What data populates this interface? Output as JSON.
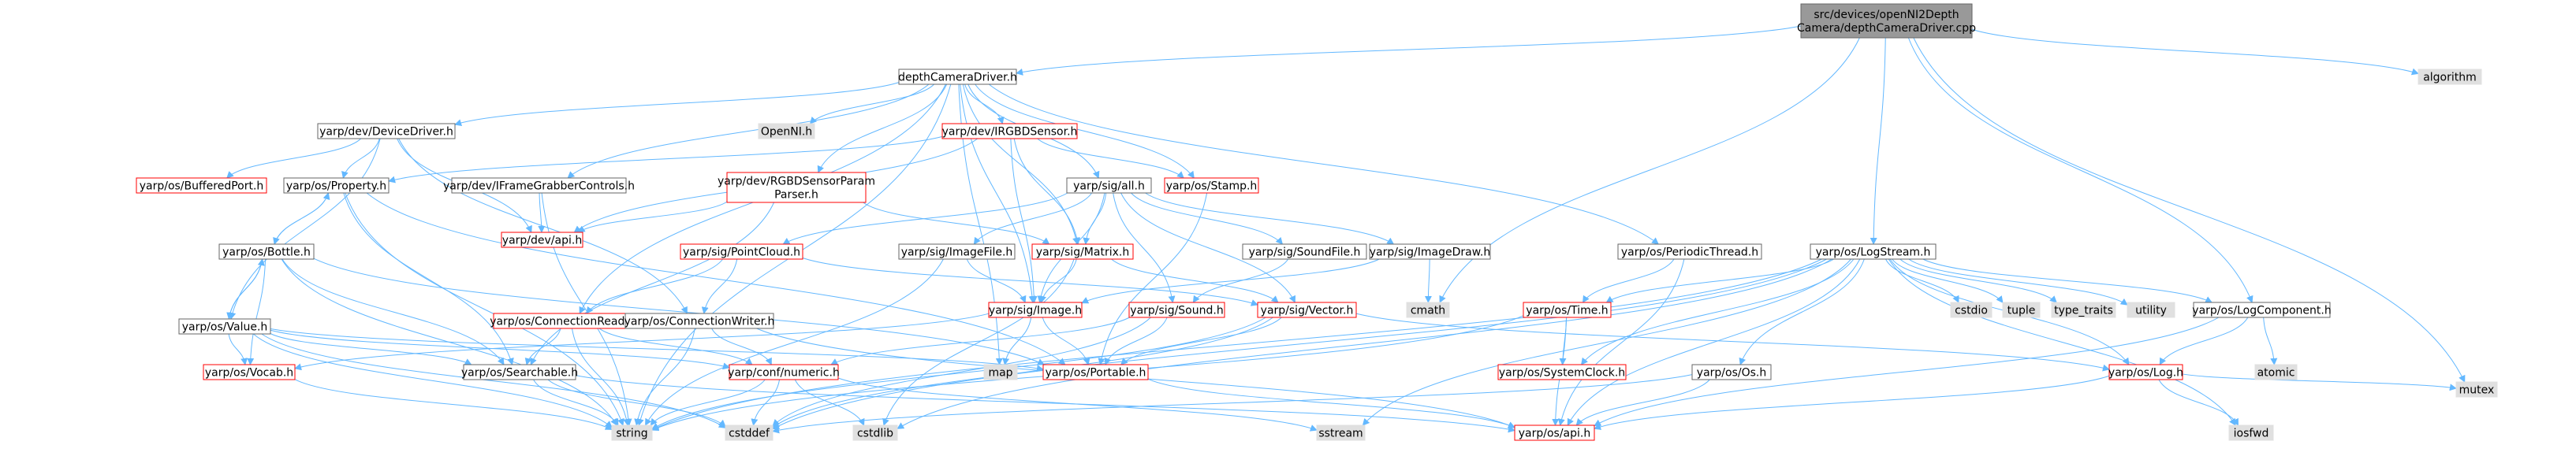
{
  "colors": {
    "edge": "#63b8ff",
    "node_border": "#666666",
    "red_border": "#ff0000",
    "root_fill": "#999999",
    "external_fill": "#e0e0e0",
    "normal_fill": "#ffffff",
    "text": "#000000"
  },
  "nodes": [
    {
      "id": "root",
      "lines": [
        "src/devices/openNI2Depth",
        "Camera/depthCameraDriver.cpp"
      ],
      "style": "root"
    },
    {
      "id": "depthCameraDriver_h",
      "lines": [
        "depthCameraDriver.h"
      ],
      "style": "normal"
    },
    {
      "id": "algorithm",
      "lines": [
        "algorithm"
      ],
      "style": "external"
    },
    {
      "id": "mutex",
      "lines": [
        "mutex"
      ],
      "style": "external"
    },
    {
      "id": "DeviceDriver_h",
      "lines": [
        "yarp/dev/DeviceDriver.h"
      ],
      "style": "normal"
    },
    {
      "id": "OpenNI_h",
      "lines": [
        "OpenNI.h"
      ],
      "style": "external"
    },
    {
      "id": "IRGBDSensor_h",
      "lines": [
        "yarp/dev/IRGBDSensor.h"
      ],
      "style": "red"
    },
    {
      "id": "BufferedPort_h",
      "lines": [
        "yarp/os/BufferedPort.h"
      ],
      "style": "red"
    },
    {
      "id": "Property_h",
      "lines": [
        "yarp/os/Property.h"
      ],
      "style": "normal"
    },
    {
      "id": "IFrameGrabberControls_h",
      "lines": [
        "yarp/dev/IFrameGrabberControls.h"
      ],
      "style": "normal"
    },
    {
      "id": "RGBDSensorParamParser_h",
      "lines": [
        "yarp/dev/RGBDSensorParam",
        "Parser.h"
      ],
      "style": "red"
    },
    {
      "id": "sig_all_h",
      "lines": [
        "yarp/sig/all.h"
      ],
      "style": "normal"
    },
    {
      "id": "Stamp_h",
      "lines": [
        "yarp/os/Stamp.h"
      ],
      "style": "red"
    },
    {
      "id": "dev_api_h",
      "lines": [
        "yarp/dev/api.h"
      ],
      "style": "red"
    },
    {
      "id": "Bottle_h",
      "lines": [
        "yarp/os/Bottle.h"
      ],
      "style": "normal"
    },
    {
      "id": "Value_h",
      "lines": [
        "yarp/os/Value.h"
      ],
      "style": "normal"
    },
    {
      "id": "ConnectionReader_h",
      "lines": [
        "yarp/os/ConnectionReader.h"
      ],
      "style": "red"
    },
    {
      "id": "ConnectionWriter_h",
      "lines": [
        "yarp/os/ConnectionWriter.h"
      ],
      "style": "normal"
    },
    {
      "id": "PointCloud_h",
      "lines": [
        "yarp/sig/PointCloud.h"
      ],
      "style": "red"
    },
    {
      "id": "ImageFile_h",
      "lines": [
        "yarp/sig/ImageFile.h"
      ],
      "style": "normal"
    },
    {
      "id": "Matrix_h",
      "lines": [
        "yarp/sig/Matrix.h"
      ],
      "style": "red"
    },
    {
      "id": "SoundFile_h",
      "lines": [
        "yarp/sig/SoundFile.h"
      ],
      "style": "normal"
    },
    {
      "id": "ImageDraw_h",
      "lines": [
        "yarp/sig/ImageDraw.h"
      ],
      "style": "normal"
    },
    {
      "id": "PeriodicThread_h",
      "lines": [
        "yarp/os/PeriodicThread.h"
      ],
      "style": "normal"
    },
    {
      "id": "LogStream_h",
      "lines": [
        "yarp/os/LogStream.h"
      ],
      "style": "normal"
    },
    {
      "id": "Image_h",
      "lines": [
        "yarp/sig/Image.h"
      ],
      "style": "red"
    },
    {
      "id": "Sound_h",
      "lines": [
        "yarp/sig/Sound.h"
      ],
      "style": "red"
    },
    {
      "id": "Vector_h",
      "lines": [
        "yarp/sig/Vector.h"
      ],
      "style": "red"
    },
    {
      "id": "cmath",
      "lines": [
        "cmath"
      ],
      "style": "external"
    },
    {
      "id": "Time_h",
      "lines": [
        "yarp/os/Time.h"
      ],
      "style": "red"
    },
    {
      "id": "cstdio",
      "lines": [
        "cstdio"
      ],
      "style": "external"
    },
    {
      "id": "tuple",
      "lines": [
        "tuple"
      ],
      "style": "external"
    },
    {
      "id": "type_traits",
      "lines": [
        "type_traits"
      ],
      "style": "external"
    },
    {
      "id": "utility",
      "lines": [
        "utility"
      ],
      "style": "external"
    },
    {
      "id": "LogComponent_h",
      "lines": [
        "yarp/os/LogComponent.h"
      ],
      "style": "normal"
    },
    {
      "id": "Vocab_h",
      "lines": [
        "yarp/os/Vocab.h"
      ],
      "style": "red"
    },
    {
      "id": "Searchable_h",
      "lines": [
        "yarp/os/Searchable.h"
      ],
      "style": "normal"
    },
    {
      "id": "numeric_h",
      "lines": [
        "yarp/conf/numeric.h"
      ],
      "style": "red"
    },
    {
      "id": "map",
      "lines": [
        "map"
      ],
      "style": "external"
    },
    {
      "id": "Portable_h",
      "lines": [
        "yarp/os/Portable.h"
      ],
      "style": "red"
    },
    {
      "id": "SystemClock_h",
      "lines": [
        "yarp/os/SystemClock.h"
      ],
      "style": "red"
    },
    {
      "id": "Os_h",
      "lines": [
        "yarp/os/Os.h"
      ],
      "style": "normal"
    },
    {
      "id": "Log_h",
      "lines": [
        "yarp/os/Log.h"
      ],
      "style": "red"
    },
    {
      "id": "atomic",
      "lines": [
        "atomic"
      ],
      "style": "external"
    },
    {
      "id": "string",
      "lines": [
        "string"
      ],
      "style": "external"
    },
    {
      "id": "cstddef",
      "lines": [
        "cstddef"
      ],
      "style": "external"
    },
    {
      "id": "cstdlib",
      "lines": [
        "cstdlib"
      ],
      "style": "external"
    },
    {
      "id": "sstream",
      "lines": [
        "sstream"
      ],
      "style": "external"
    },
    {
      "id": "os_api_h",
      "lines": [
        "yarp/os/api.h"
      ],
      "style": "red"
    },
    {
      "id": "iosfwd",
      "lines": [
        "iosfwd"
      ],
      "style": "external"
    }
  ],
  "edges": [
    [
      "root",
      "depthCameraDriver_h"
    ],
    [
      "root",
      "algorithm"
    ],
    [
      "root",
      "mutex"
    ],
    [
      "root",
      "LogStream_h"
    ],
    [
      "root",
      "LogComponent_h"
    ],
    [
      "root",
      "cmath"
    ],
    [
      "depthCameraDriver_h",
      "DeviceDriver_h"
    ],
    [
      "depthCameraDriver_h",
      "OpenNI_h"
    ],
    [
      "depthCameraDriver_h",
      "IRGBDSensor_h"
    ],
    [
      "depthCameraDriver_h",
      "IFrameGrabberControls_h"
    ],
    [
      "depthCameraDriver_h",
      "RGBDSensorParamParser_h"
    ],
    [
      "depthCameraDriver_h",
      "sig_all_h"
    ],
    [
      "depthCameraDriver_h",
      "Stamp_h"
    ],
    [
      "depthCameraDriver_h",
      "PeriodicThread_h"
    ],
    [
      "depthCameraDriver_h",
      "Matrix_h"
    ],
    [
      "depthCameraDriver_h",
      "Image_h"
    ],
    [
      "depthCameraDriver_h",
      "map"
    ],
    [
      "depthCameraDriver_h",
      "string"
    ],
    [
      "depthCameraDriver_h",
      "ConnectionReader_h"
    ],
    [
      "DeviceDriver_h",
      "BufferedPort_h"
    ],
    [
      "DeviceDriver_h",
      "Property_h"
    ],
    [
      "DeviceDriver_h",
      "dev_api_h"
    ],
    [
      "DeviceDriver_h",
      "Value_h"
    ],
    [
      "DeviceDriver_h",
      "ConnectionWriter_h"
    ],
    [
      "IRGBDSensor_h",
      "Property_h"
    ],
    [
      "IRGBDSensor_h",
      "Stamp_h"
    ],
    [
      "IRGBDSensor_h",
      "Matrix_h"
    ],
    [
      "IRGBDSensor_h",
      "Image_h"
    ],
    [
      "IRGBDSensor_h",
      "dev_api_h"
    ],
    [
      "IFrameGrabberControls_h",
      "dev_api_h"
    ],
    [
      "IFrameGrabberControls_h",
      "string"
    ],
    [
      "RGBDSensorParamParser_h",
      "dev_api_h"
    ],
    [
      "RGBDSensorParamParser_h",
      "Matrix_h"
    ],
    [
      "RGBDSensorParamParser_h",
      "Searchable_h"
    ],
    [
      "Property_h",
      "Bottle_h"
    ],
    [
      "Property_h",
      "Searchable_h"
    ],
    [
      "Property_h",
      "Portable_h"
    ],
    [
      "Property_h",
      "string"
    ],
    [
      "Bottle_h",
      "Property_h"
    ],
    [
      "Bottle_h",
      "Value_h"
    ],
    [
      "Bottle_h",
      "Portable_h"
    ],
    [
      "Bottle_h",
      "Searchable_h"
    ],
    [
      "Bottle_h",
      "Vocab_h"
    ],
    [
      "Bottle_h",
      "string"
    ],
    [
      "Value_h",
      "Bottle_h"
    ],
    [
      "Value_h",
      "Vocab_h"
    ],
    [
      "Value_h",
      "Searchable_h"
    ],
    [
      "Value_h",
      "numeric_h"
    ],
    [
      "Value_h",
      "Portable_h"
    ],
    [
      "Value_h",
      "string"
    ],
    [
      "Value_h",
      "cstddef"
    ],
    [
      "ConnectionReader_h",
      "Searchable_h"
    ],
    [
      "ConnectionReader_h",
      "numeric_h"
    ],
    [
      "ConnectionReader_h",
      "string"
    ],
    [
      "ConnectionWriter_h",
      "numeric_h"
    ],
    [
      "ConnectionWriter_h",
      "string"
    ],
    [
      "ConnectionWriter_h",
      "os_api_h"
    ],
    [
      "sig_all_h",
      "PointCloud_h"
    ],
    [
      "sig_all_h",
      "ImageFile_h"
    ],
    [
      "sig_all_h",
      "Matrix_h"
    ],
    [
      "sig_all_h",
      "SoundFile_h"
    ],
    [
      "sig_all_h",
      "ImageDraw_h"
    ],
    [
      "sig_all_h",
      "Image_h"
    ],
    [
      "sig_all_h",
      "Sound_h"
    ],
    [
      "sig_all_h",
      "Vector_h"
    ],
    [
      "Stamp_h",
      "Portable_h"
    ],
    [
      "PointCloud_h",
      "ConnectionReader_h"
    ],
    [
      "PointCloud_h",
      "ConnectionWriter_h"
    ],
    [
      "PointCloud_h",
      "Vector_h"
    ],
    [
      "ImageFile_h",
      "Image_h"
    ],
    [
      "ImageFile_h",
      "string"
    ],
    [
      "SoundFile_h",
      "Sound_h"
    ],
    [
      "ImageDraw_h",
      "Image_h"
    ],
    [
      "ImageDraw_h",
      "cmath"
    ],
    [
      "Matrix_h",
      "Image_h"
    ],
    [
      "Matrix_h",
      "Vector_h"
    ],
    [
      "Matrix_h",
      "cstdlib"
    ],
    [
      "Image_h",
      "Portable_h"
    ],
    [
      "Image_h",
      "map"
    ],
    [
      "Image_h",
      "Vocab_h"
    ],
    [
      "Sound_h",
      "Portable_h"
    ],
    [
      "Sound_h",
      "cstddef"
    ],
    [
      "Sound_h",
      "numeric_h"
    ],
    [
      "Vector_h",
      "Portable_h"
    ],
    [
      "Vector_h",
      "Log_h"
    ],
    [
      "Vector_h",
      "string"
    ],
    [
      "Vector_h",
      "cstddef"
    ],
    [
      "PeriodicThread_h",
      "Time_h"
    ],
    [
      "PeriodicThread_h",
      "os_api_h"
    ],
    [
      "LogStream_h",
      "Time_h"
    ],
    [
      "LogStream_h",
      "cstdio"
    ],
    [
      "LogStream_h",
      "tuple"
    ],
    [
      "LogStream_h",
      "type_traits"
    ],
    [
      "LogStream_h",
      "utility"
    ],
    [
      "LogStream_h",
      "LogComponent_h"
    ],
    [
      "LogStream_h",
      "Os_h"
    ],
    [
      "LogStream_h",
      "Log_h"
    ],
    [
      "LogStream_h",
      "SystemClock_h"
    ],
    [
      "LogStream_h",
      "string"
    ],
    [
      "LogStream_h",
      "sstream"
    ],
    [
      "LogStream_h",
      "os_api_h"
    ],
    [
      "LogStream_h",
      "iosfwd"
    ],
    [
      "LogStream_h",
      "cstddef"
    ],
    [
      "LogStream_h",
      "cstdlib"
    ],
    [
      "Time_h",
      "SystemClock_h"
    ],
    [
      "Time_h",
      "string"
    ],
    [
      "Time_h",
      "os_api_h"
    ],
    [
      "LogComponent_h",
      "Log_h"
    ],
    [
      "LogComponent_h",
      "atomic"
    ],
    [
      "LogComponent_h",
      "os_api_h"
    ],
    [
      "Log_h",
      "os_api_h"
    ],
    [
      "Log_h",
      "iosfwd"
    ],
    [
      "Log_h",
      "mutex"
    ],
    [
      "Os_h",
      "os_api_h"
    ],
    [
      "Os_h",
      "cstddef"
    ],
    [
      "Vocab_h",
      "string"
    ],
    [
      "Searchable_h",
      "string"
    ],
    [
      "Searchable_h",
      "cstddef"
    ],
    [
      "Searchable_h",
      "os_api_h"
    ],
    [
      "numeric_h",
      "string"
    ],
    [
      "numeric_h",
      "cstddef"
    ],
    [
      "numeric_h",
      "cstdlib"
    ],
    [
      "numeric_h",
      "sstream"
    ],
    [
      "Portable_h",
      "os_api_h"
    ]
  ]
}
